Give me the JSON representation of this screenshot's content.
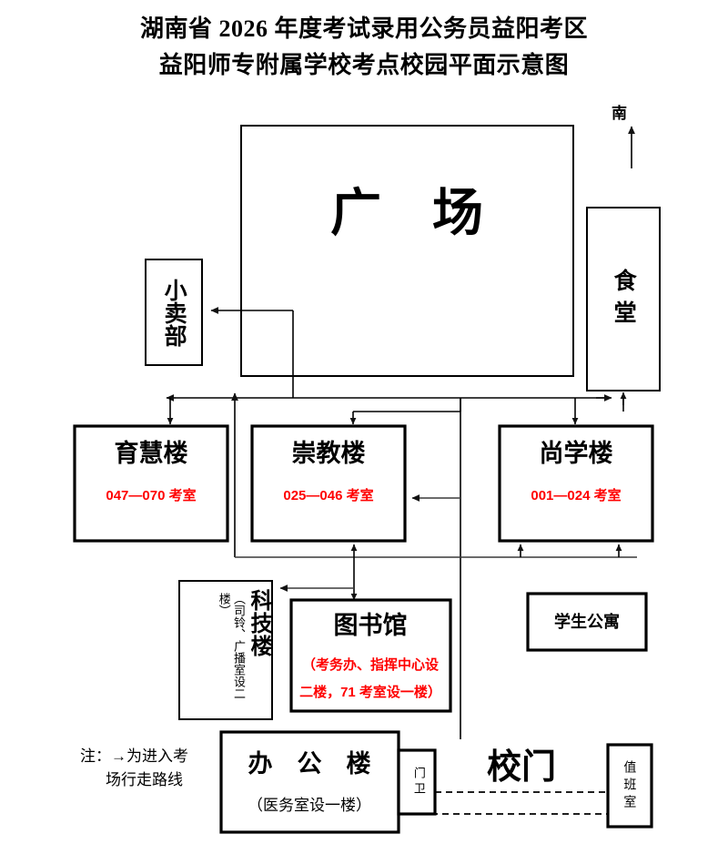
{
  "title": {
    "line1": "湖南省 2026 年度考试录用公务员益阳考区",
    "line2": "益阳师专附属学校考点校园平面示意图"
  },
  "compass": {
    "label": "南",
    "icon": "north-arrow-icon"
  },
  "colors": {
    "accent_red": "#ff0000",
    "line": "#3a3a3a",
    "box_border": "#000000"
  },
  "areas": {
    "plaza": {
      "label": "广　场"
    },
    "cafeteria": {
      "label": "食堂"
    },
    "shop": {
      "label": "小卖部"
    },
    "dorm": {
      "label": "学生公寓"
    }
  },
  "exam_buildings": [
    {
      "name": "育慧楼",
      "rooms": "047—070 考室"
    },
    {
      "name": "崇教楼",
      "rooms": "025—046 考室"
    },
    {
      "name": "尚学楼",
      "rooms": "001—024 考室"
    }
  ],
  "facilities": {
    "tech": {
      "name": "科技楼",
      "note": "（司铃、广播室设二楼）"
    },
    "library": {
      "name": "图书馆",
      "note_line1": "（考务办、指挥中心设",
      "note_line2": "二楼，71 考室设一楼）"
    },
    "office": {
      "name": "办　公　楼",
      "note": "（医务室设一楼）"
    }
  },
  "gate": {
    "label": "校门",
    "guard": "门卫",
    "duty_room": "值班室"
  },
  "legend": {
    "line1": "注：→为进入考",
    "line2": "场行走路线"
  }
}
